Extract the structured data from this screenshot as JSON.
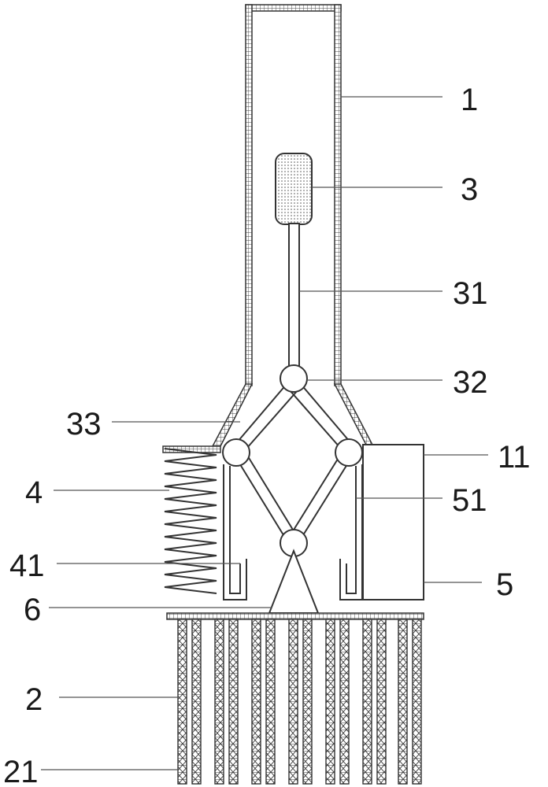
{
  "labels": {
    "l1": "1",
    "l3": "3",
    "l31": "31",
    "l32": "32",
    "l33": "33",
    "l11": "11",
    "l4": "4",
    "l51": "51",
    "l41": "41",
    "l5": "5",
    "l6": "6",
    "l2": "2",
    "l21": "21"
  },
  "colors": {
    "line": "#333333",
    "text": "#1a1a1a",
    "background": "#ffffff"
  }
}
